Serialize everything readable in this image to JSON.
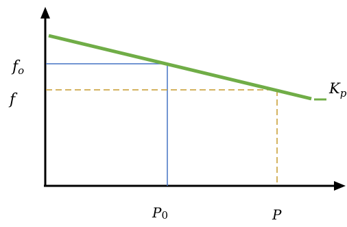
{
  "labels": {
    "y_fo": {
      "main": "f",
      "sub": "o"
    },
    "y_f": "f",
    "x_p0": {
      "main": "P",
      "sub": "0"
    },
    "x_p": "P",
    "k": {
      "main": "K",
      "sub": "p"
    }
  },
  "colors": {
    "axis": "#000000",
    "line": "#70ad47",
    "rectangle": "#4472c4",
    "dashed": "#c59a2b",
    "text": "#000000"
  }
}
